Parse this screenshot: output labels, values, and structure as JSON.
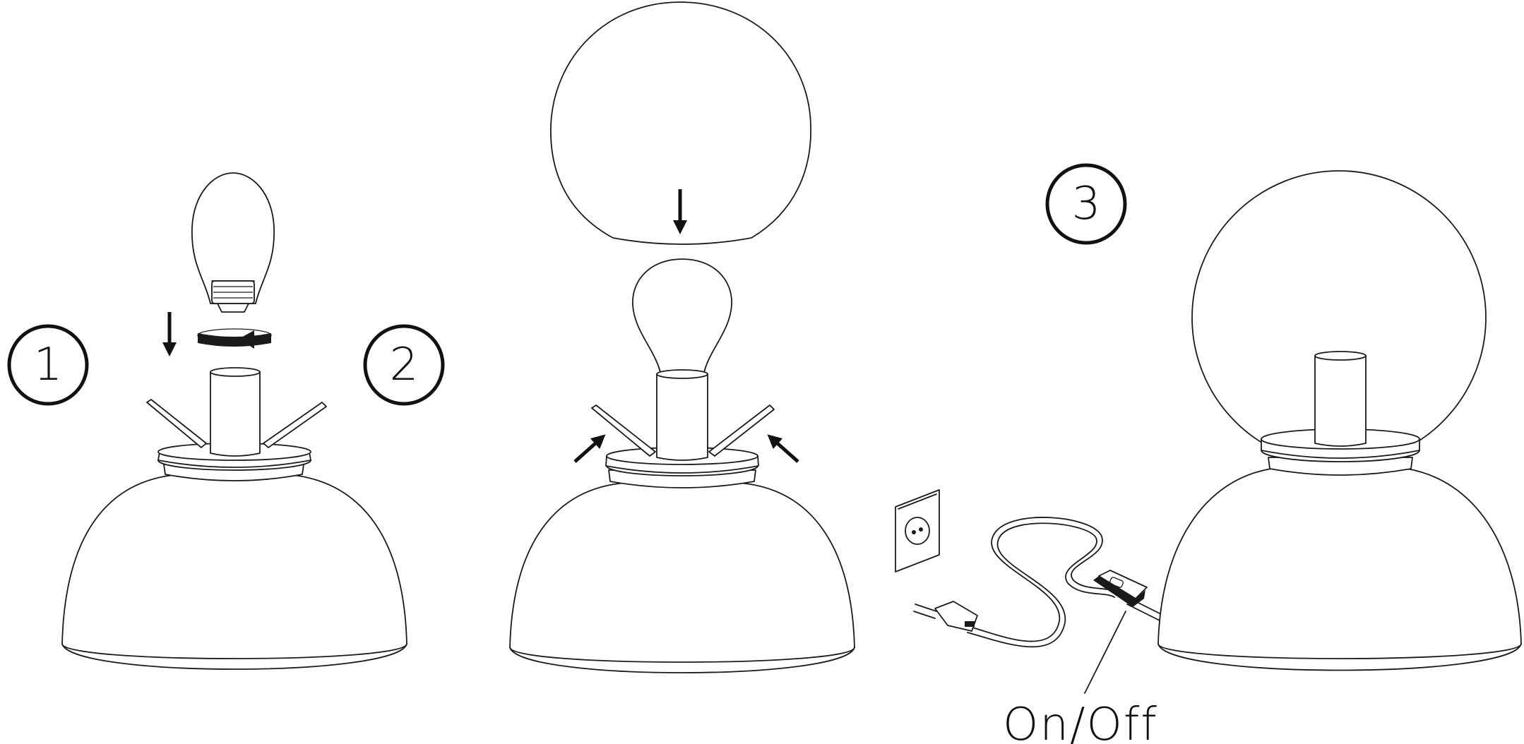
{
  "steps": {
    "step1_number": "1",
    "step2_number": "2",
    "step3_number": "3"
  },
  "labels": {
    "switch_label": "On/Off"
  },
  "colors": {
    "line": "#1a1a1a",
    "background": "#ffffff"
  }
}
